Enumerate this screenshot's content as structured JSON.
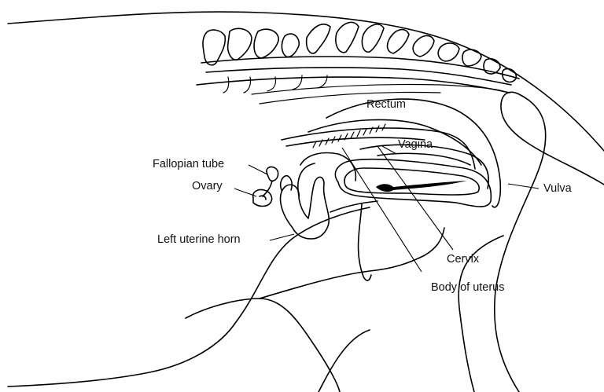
{
  "labels": {
    "rectum": "Rectum",
    "vagina": "Vagina",
    "fallopian_tube": "Fallopian tube",
    "ovary": "Ovary",
    "left_uterine_horn": "Left uterine horn",
    "cervix": "Cervix",
    "body_of_uterus": "Body of uterus",
    "vulva": "Vulva"
  }
}
